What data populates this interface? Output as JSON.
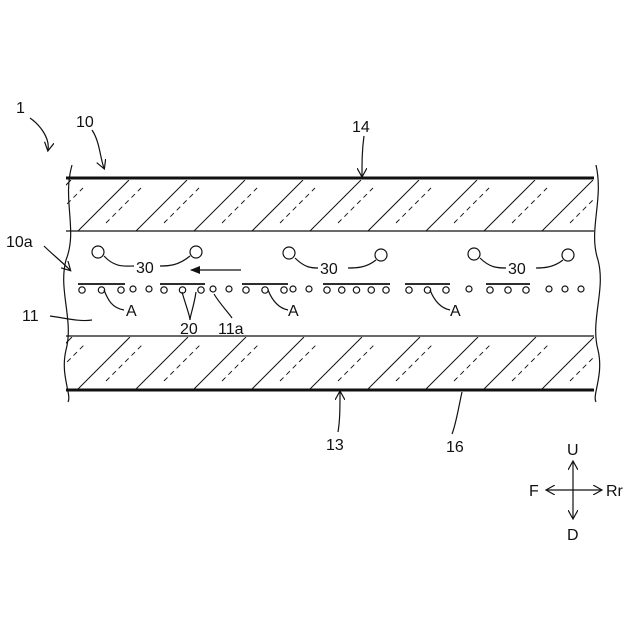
{
  "labels": {
    "device": "1",
    "body": "10",
    "space": "10a",
    "floor": "11",
    "hole": "11a",
    "bottom_member": "13",
    "top_member": "14",
    "bottom_sheet": "16",
    "element_group": "20",
    "fan": "30",
    "region": "A"
  },
  "direction_indicator": {
    "up": "U",
    "down": "D",
    "front": "F",
    "rear": "Rr"
  }
}
